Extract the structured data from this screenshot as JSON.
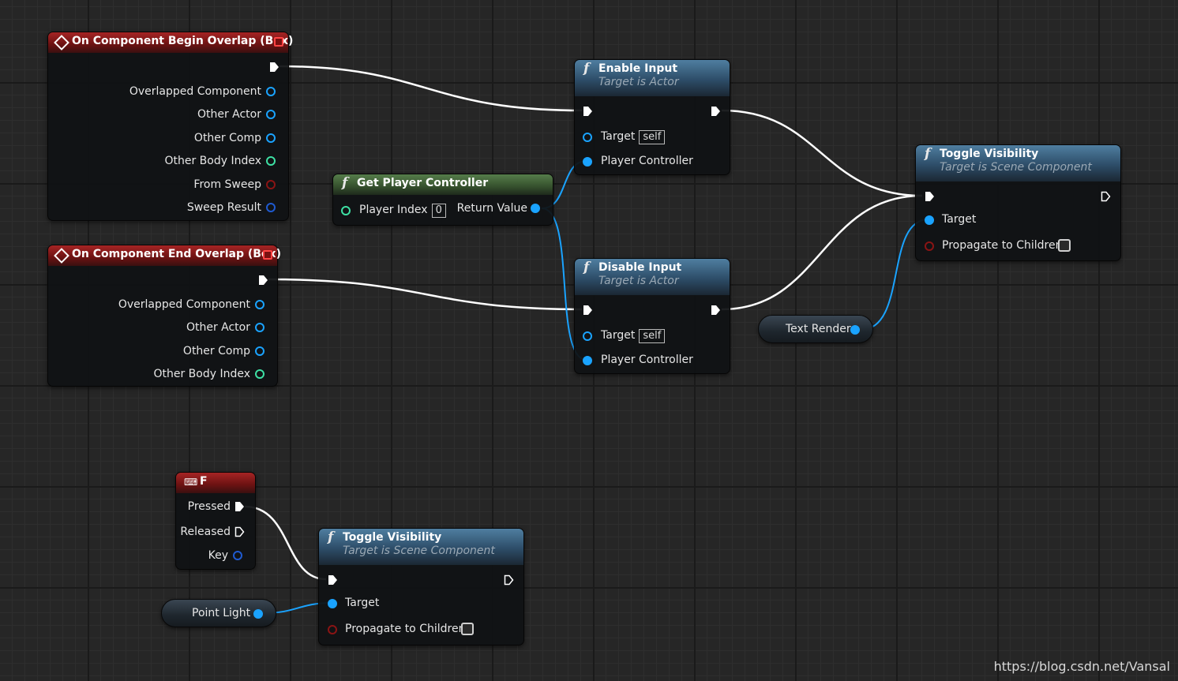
{
  "graph": {
    "begin_overlap": {
      "title": "On Component Begin Overlap (Box)",
      "pins": [
        "Overlapped Component",
        "Other Actor",
        "Other Comp",
        "Other Body Index",
        "From Sweep",
        "Sweep Result"
      ]
    },
    "end_overlap": {
      "title": "On Component End Overlap (Box)",
      "pins": [
        "Overlapped Component",
        "Other Actor",
        "Other Comp",
        "Other Body Index"
      ]
    },
    "get_player_controller": {
      "title": "Get Player Controller",
      "player_index_label": "Player Index",
      "player_index_value": "0",
      "return_label": "Return Value"
    },
    "enable_input": {
      "title": "Enable Input",
      "subtitle": "Target is Actor",
      "target_label": "Target",
      "target_value": "self",
      "player_controller_label": "Player Controller"
    },
    "disable_input": {
      "title": "Disable Input",
      "subtitle": "Target is Actor",
      "target_label": "Target",
      "target_value": "self",
      "player_controller_label": "Player Controller"
    },
    "toggle_visibility_1": {
      "title": "Toggle Visibility",
      "subtitle": "Target is Scene Component",
      "target_label": "Target",
      "propagate_label": "Propagate to Children",
      "propagate_checked": false
    },
    "text_render": {
      "label": "Text Render"
    },
    "key_f": {
      "title": "F",
      "pressed_label": "Pressed",
      "released_label": "Released",
      "key_label": "Key"
    },
    "toggle_visibility_2": {
      "title": "Toggle Visibility",
      "subtitle": "Target is Scene Component",
      "target_label": "Target",
      "propagate_label": "Propagate to Children",
      "propagate_checked": false
    },
    "point_light": {
      "label": "Point Light"
    }
  },
  "colors": {
    "event_header": "#a62424",
    "function_header": "#4f7ea0",
    "pure_function_header": "#557d4a",
    "object_pin": "#1aa3ff",
    "int_pin": "#3ee0a4",
    "bool_pin": "#8a1414",
    "struct_pin": "#1f5ad0"
  },
  "watermark": "https://blog.csdn.net/Vansal"
}
